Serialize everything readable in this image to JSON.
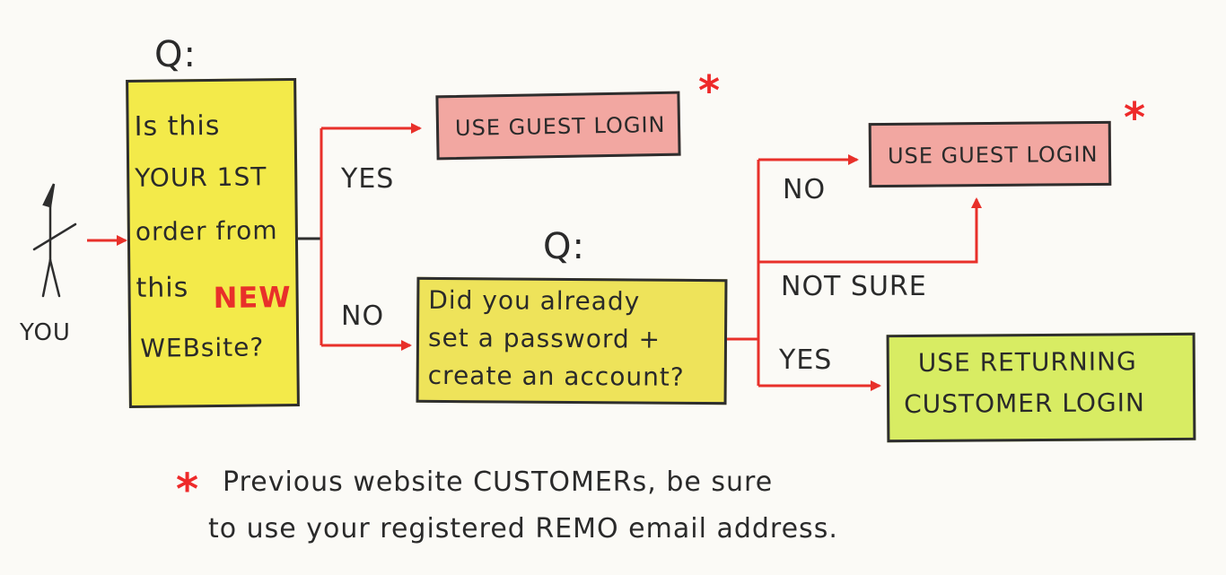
{
  "q1": {
    "marker": "Q:",
    "lines": [
      "Is this",
      "YOUR 1ST",
      "order from",
      "this",
      "WEBsite?"
    ],
    "highlight": "NEW"
  },
  "you_label": "YOU",
  "branch1": {
    "yes": "YES",
    "no": "NO"
  },
  "guest_login_1": {
    "label": "USE GUEST LOGIN",
    "star": "*"
  },
  "q2": {
    "marker": "Q:",
    "lines": [
      "Did you already",
      "set a password +",
      "create an account?"
    ]
  },
  "branch2": {
    "no": "NO",
    "not_sure": "NOT SURE",
    "yes": "YES"
  },
  "guest_login_2": {
    "label": "USE GUEST LOGIN",
    "star": "*"
  },
  "returning_login": {
    "lines": [
      "USE RETURNING",
      "CUSTOMER LOGIN"
    ]
  },
  "footnote": {
    "star": "*",
    "lines": [
      "Previous website CUSTOMERs, be sure",
      "to use your registered REMO email address."
    ]
  },
  "colors": {
    "ink": "#2e2e2e",
    "arrow_red": "#e8302a",
    "question_yellow": "#f3ea4a",
    "guest_pink": "#f2a7a1",
    "returning_green": "#d8ec63"
  }
}
